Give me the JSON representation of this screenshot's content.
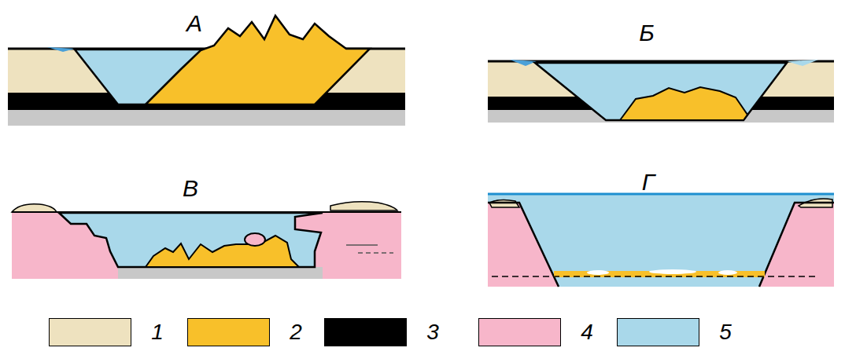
{
  "diagram": {
    "labels": [
      "А",
      "Б",
      "В",
      "Г"
    ],
    "legend": [
      {
        "text": "1",
        "color": "#eee2bf"
      },
      {
        "text": "2",
        "color": "#f8c02a"
      },
      {
        "text": "3",
        "color": "#000000"
      },
      {
        "text": "4",
        "color": "#f7b6ca"
      },
      {
        "text": "5",
        "color": "#a9d8ea"
      }
    ]
  }
}
